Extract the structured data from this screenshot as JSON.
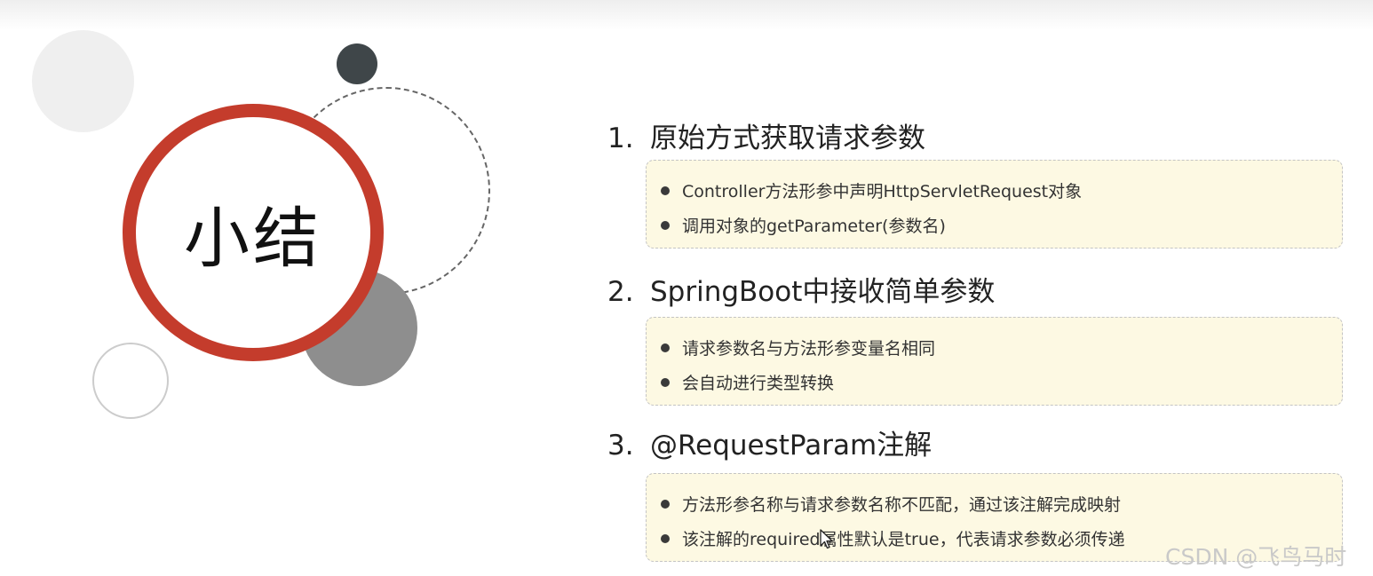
{
  "badge": {
    "title": "小结"
  },
  "sections": [
    {
      "number": "1.",
      "title": "原始方式获取请求参数",
      "bullets": [
        "Controller方法形参中声明HttpServletRequest对象",
        "调用对象的getParameter(参数名)"
      ]
    },
    {
      "number": "2.",
      "title": "SpringBoot中接收简单参数",
      "bullets": [
        "请求参数名与方法形参变量名相同",
        "会自动进行类型转换"
      ]
    },
    {
      "number": "3.",
      "title": "@RequestParam注解",
      "bullets": [
        "方法形参名称与请求参数名称不匹配，通过该注解完成映射",
        "该注解的required属性默认是true，代表请求参数必须传递"
      ]
    }
  ],
  "watermark": "CSDN @飞鸟马时",
  "colors": {
    "accent_red": "#c43c2c",
    "box_background": "#fdf9e3",
    "box_border": "#c4c4c4",
    "dark_circle": "#3f4649",
    "gray_circle": "#8e8e8e"
  },
  "icons": {
    "cursor": "arrow-cursor-icon",
    "bullet": "bullet-dot-icon"
  }
}
